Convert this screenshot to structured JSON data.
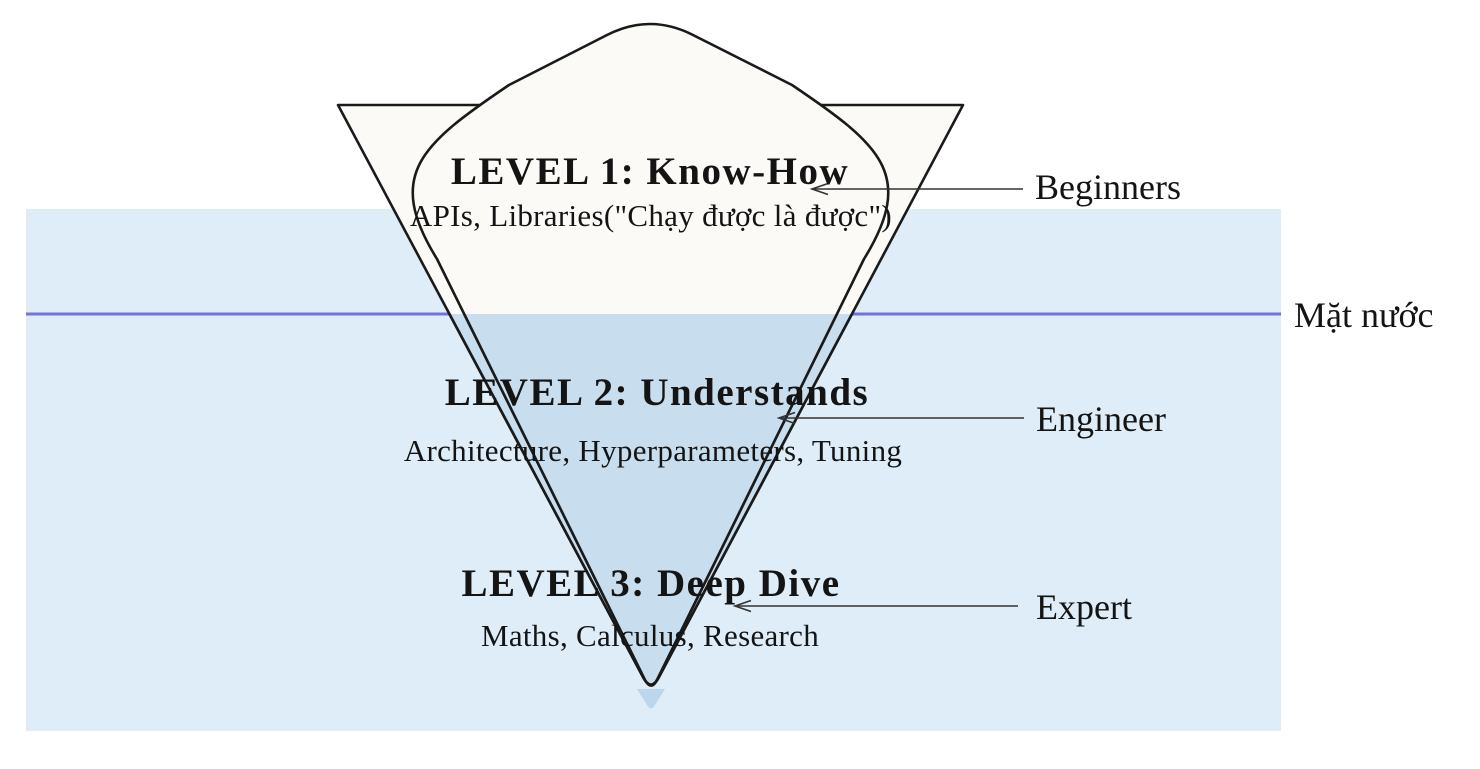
{
  "diagram": {
    "levels": [
      {
        "title": "LEVEL 1: Know-How",
        "subtitle": "APIs, Libraries(\"Chạy được là được\")",
        "audience": "Beginners"
      },
      {
        "title": "LEVEL 2: Understands",
        "subtitle": "Architecture, Hyperparameters, Tuning",
        "audience": "Engineer"
      },
      {
        "title": "LEVEL 3: Deep Dive",
        "subtitle": "Maths, Calculus, Research",
        "audience": "Expert"
      }
    ],
    "water_surface_label": "Mặt nước"
  },
  "colors": {
    "water": "#deedf7",
    "submerged": "rgba(158,197,232,0.55)",
    "iceberg_fill": "#fbfaf7",
    "outline": "#1a1a1a",
    "waterline": "#7472dc",
    "water_label_text": "#716ee3",
    "arrow": "#333333",
    "text": "#141414"
  }
}
